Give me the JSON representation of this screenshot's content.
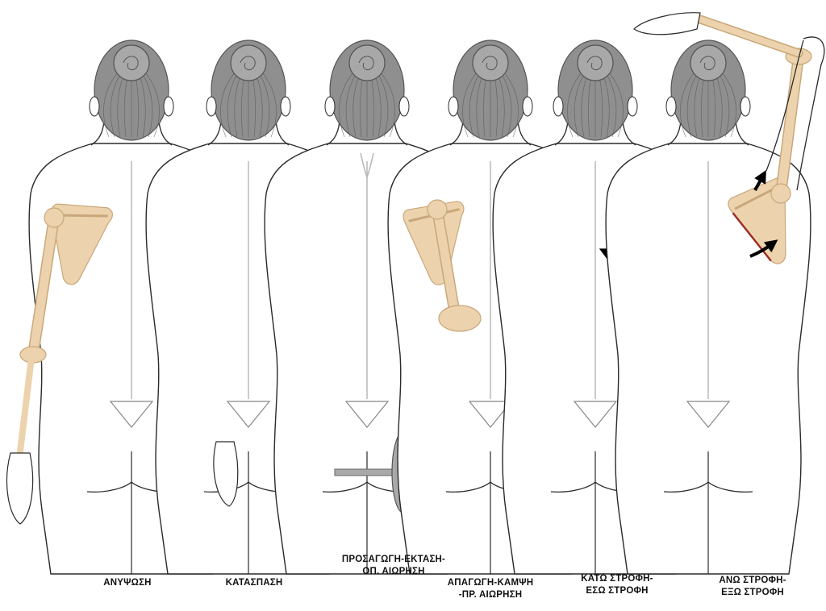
{
  "figure": {
    "panels": [
      {
        "id": "elevation",
        "label_lines": [
          "ΑΝΥΨΩΣΗ"
        ],
        "arrow": "up"
      },
      {
        "id": "depression",
        "label_lines": [
          "ΚΑΤΑΣΠΑΣΗ"
        ],
        "arrow": "down"
      },
      {
        "id": "adduction",
        "label_lines": [
          "ΠΡΟΣΑΓΩΓΗ-ΕΚΤΑΣΗ-",
          "ΟΠ. ΑΙΩΡΗΣΗ"
        ],
        "arrow": "left"
      },
      {
        "id": "abduction",
        "label_lines": [
          "ΑΠΑΓΩΓΗ-ΚΑΜΨΗ",
          "-ΠΡ. ΑΙΩΡΗΣΗ"
        ],
        "arrow": "curved"
      },
      {
        "id": "downward-rotation",
        "label_lines": [
          "ΚΑΤΩ ΣΤΡΟΦΗ-",
          "ΕΣΩ ΣΤΡΟΦΗ"
        ],
        "arrow": "curved-down"
      },
      {
        "id": "upward-rotation",
        "label_lines": [
          "ΑΝΩ ΣΤΡΟΦΗ-",
          "ΕΞΩ ΣΤΡΟΦΗ"
        ],
        "arrow": "curved-up"
      }
    ],
    "colors": {
      "bone": "#ecd3ad",
      "bone_shadow": "#c9a77a",
      "scapula_edge": "#9b2b22",
      "outline": "#2a2a2a",
      "hair": "#8f8f8f",
      "hair_dark": "#555555",
      "skin": "#ffffff",
      "spine_line": "#b9b9b9",
      "arrow": "#000000",
      "weight": "#a9a9a9"
    }
  }
}
